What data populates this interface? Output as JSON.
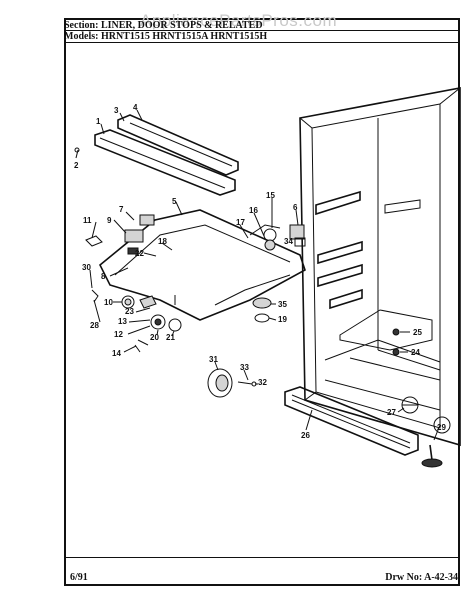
{
  "header": {
    "section_label": "Section:",
    "section_value": "LINER, DOOR STOPS & RELATED",
    "models_label": "Models:",
    "models": [
      "HRNT1515",
      "HRNT1515A",
      "HRNT1515H"
    ]
  },
  "watermark": "AppliancePartsPros.com",
  "footer": {
    "date": "6/91",
    "drawing_no": "Drw No: A-42-34"
  },
  "callouts": [
    "1",
    "2",
    "3",
    "4",
    "5",
    "6",
    "7",
    "8",
    "9",
    "10",
    "11",
    "12",
    "13",
    "14",
    "15",
    "16",
    "17",
    "18",
    "19",
    "20",
    "21",
    "22",
    "23",
    "24",
    "25",
    "26",
    "27",
    "28",
    "29",
    "30",
    "31",
    "32",
    "33",
    "34",
    "35"
  ]
}
